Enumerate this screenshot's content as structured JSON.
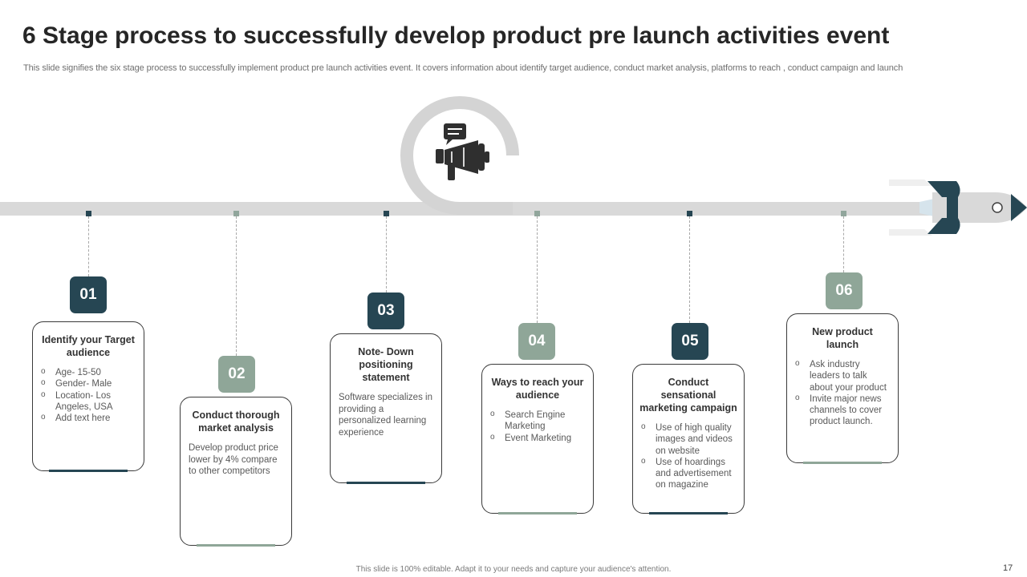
{
  "slide": {
    "title": "6 Stage process to successfully develop product pre launch activities event",
    "subtitle": "This slide signifies the six stage process to successfully implement product pre launch activities event. It covers information about identify target audience, conduct market analysis, platforms to reach , conduct campaign and launch",
    "footer": "This slide is 100% editable. Adapt it to your needs and capture your audience's attention.",
    "page_number": "17"
  },
  "icons": {
    "center": "megaphone-with-chat-icon",
    "end": "rocket-icon"
  },
  "colors": {
    "dark": "#264653",
    "light": "#8fa698",
    "track": "#d9d9d9"
  },
  "stages": [
    {
      "number": "01",
      "title": "Identify your Target audience",
      "bullets": [
        "Age- 15-50",
        "Gender- Male",
        "Location- Los Angeles, USA",
        "Add text here"
      ]
    },
    {
      "number": "02",
      "title": "Conduct thorough market analysis",
      "text": "Develop product price lower by 4% compare to other competitors"
    },
    {
      "number": "03",
      "title": "Note- Down positioning statement",
      "text": "Software specializes in providing a personalized learning experience"
    },
    {
      "number": "04",
      "title": "Ways to reach your audience",
      "bullets": [
        "Search Engine Marketing",
        "Event Marketing"
      ]
    },
    {
      "number": "05",
      "title": "Conduct sensational marketing campaign",
      "bullets": [
        "Use of high quality images and videos on website",
        "Use of hoardings and advertisement on magazine"
      ]
    },
    {
      "number": "06",
      "title": "New product launch",
      "bullets": [
        "Ask industry leaders to talk about your product",
        "Invite major news channels to cover product launch."
      ]
    }
  ]
}
